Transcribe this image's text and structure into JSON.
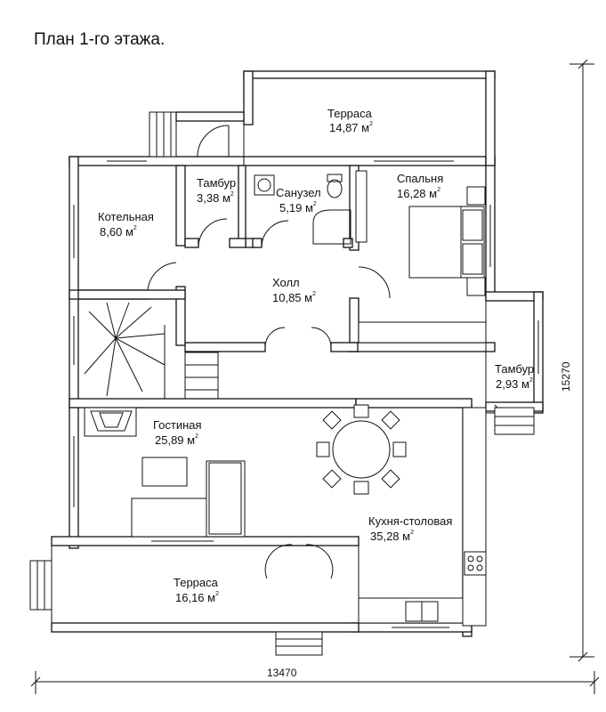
{
  "title": "План 1-го этажа.",
  "area_unit": "м",
  "area_superscript": "2",
  "rooms": [
    {
      "name": "Терраса",
      "area": "14,87"
    },
    {
      "name": "Тамбур",
      "area": "3,38"
    },
    {
      "name": "Санузел",
      "area": "5,19"
    },
    {
      "name": "Спальня",
      "area": "16,28"
    },
    {
      "name": "Котельная",
      "area": "8,60"
    },
    {
      "name": "Холл",
      "area": "10,85"
    },
    {
      "name": "Тамбур",
      "area": "2,93"
    },
    {
      "name": "Гостиная",
      "area": "25,89"
    },
    {
      "name": "Кухня-столовая",
      "area": "35,28"
    },
    {
      "name": "Терраса",
      "area": "16,16"
    }
  ],
  "dimensions": {
    "width": "13470",
    "height": "15270"
  }
}
